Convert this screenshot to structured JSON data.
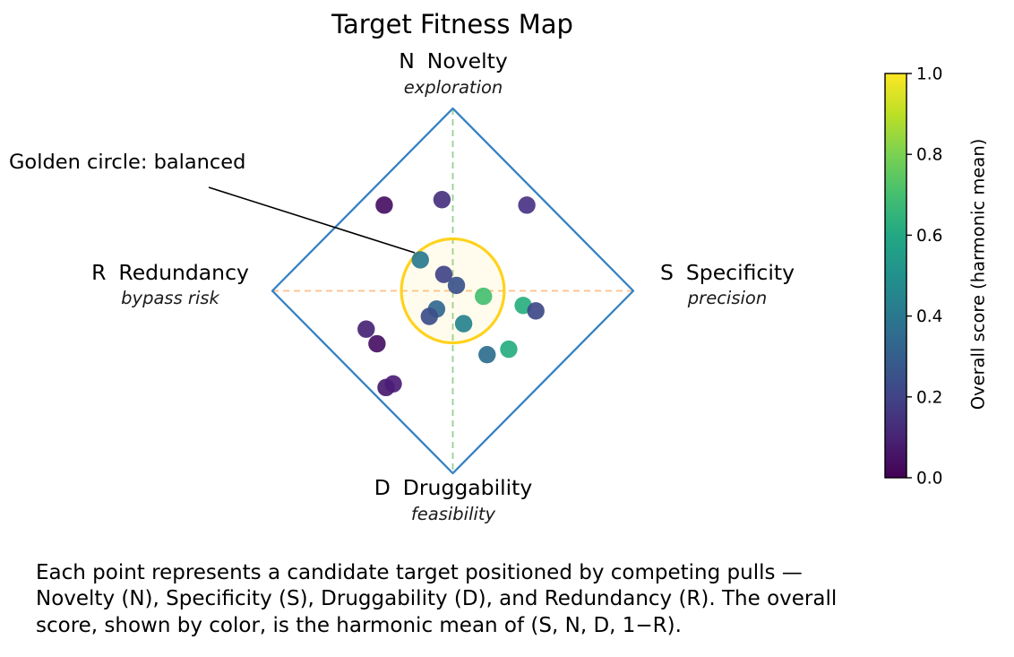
{
  "title": "Target Fitness Map",
  "poles": {
    "top": {
      "letter": "N",
      "name": "Novelty",
      "sublabel": "exploration"
    },
    "right": {
      "letter": "S",
      "name": "Specificity",
      "sublabel": "precision"
    },
    "bottom": {
      "letter": "D",
      "name": "Druggability",
      "sublabel": "feasibility"
    },
    "left": {
      "letter": "R",
      "name": "Redundancy",
      "sublabel": "bypass risk"
    }
  },
  "annotation": {
    "label": "Golden circle: balanced"
  },
  "colorbar": {
    "label": "Overall score (harmonic mean)",
    "tick_labels": [
      "1.0",
      "0.8",
      "0.6",
      "0.4",
      "0.2",
      "0.0"
    ],
    "min": 0.0,
    "max": 1.0
  },
  "caption": {
    "lines": [
      "Each point represents a candidate target positioned by competing pulls —",
      "Novelty (N), Specificity (S), Druggability (D), and Redundancy (R). The overall",
      "score, shown by color, is the harmonic mean of (S, N, D, 1−R)."
    ]
  },
  "colors": {
    "diamond_stroke": "#3581c2",
    "horizontal_dash": "#ffbf87",
    "vertical_dash": "#95cf95",
    "circle_stroke": "#ffd21c",
    "circle_fill": "rgba(255,215,0,0.07)",
    "annotation_line": "#000000",
    "colorbar_border": "#000000",
    "viridis_stops": [
      "#440154",
      "#482475",
      "#414487",
      "#355f8d",
      "#2a788e",
      "#21918c",
      "#22a884",
      "#44bf70",
      "#7ad151",
      "#bddf26",
      "#fde725"
    ]
  },
  "chart_data": {
    "type": "scatter",
    "title": "Target Fitness Map",
    "axes": {
      "top": "N Novelty (exploration)",
      "right": "S Specificity (precision)",
      "bottom": "D Druggability (feasibility)",
      "left": "R Redundancy (bypass risk)"
    },
    "x_range": [
      -1,
      1
    ],
    "y_range": [
      -1,
      1
    ],
    "grid": false,
    "color_scale": {
      "name": "viridis",
      "label": "Overall score (harmonic mean)",
      "range": [
        0,
        1
      ]
    },
    "golden_circle": {
      "cx": 0,
      "cy": 0,
      "radius": 0.285,
      "label": "Golden circle: balanced"
    },
    "points": [
      {
        "x": -0.38,
        "y": 0.47,
        "score": 0.05,
        "color": "#471063"
      },
      {
        "x": -0.06,
        "y": 0.5,
        "score": 0.15,
        "color": "#46327e"
      },
      {
        "x": 0.41,
        "y": 0.47,
        "score": 0.16,
        "color": "#4a3484"
      },
      {
        "x": -0.18,
        "y": 0.17,
        "score": 0.4,
        "color": "#2a788e"
      },
      {
        "x": -0.05,
        "y": 0.09,
        "score": 0.2,
        "color": "#414487"
      },
      {
        "x": 0.02,
        "y": 0.03,
        "score": 0.25,
        "color": "#3b528b"
      },
      {
        "x": 0.17,
        "y": -0.03,
        "score": 0.7,
        "color": "#44bf70"
      },
      {
        "x": 0.39,
        "y": -0.08,
        "score": 0.63,
        "color": "#29af7f"
      },
      {
        "x": 0.46,
        "y": -0.11,
        "score": 0.21,
        "color": "#3e4989"
      },
      {
        "x": -0.09,
        "y": -0.1,
        "score": 0.32,
        "color": "#31688e"
      },
      {
        "x": -0.13,
        "y": -0.14,
        "score": 0.24,
        "color": "#3d4e8a"
      },
      {
        "x": 0.06,
        "y": -0.18,
        "score": 0.45,
        "color": "#26828e"
      },
      {
        "x": -0.48,
        "y": -0.21,
        "score": 0.1,
        "color": "#482475"
      },
      {
        "x": -0.42,
        "y": -0.29,
        "score": 0.06,
        "color": "#471063"
      },
      {
        "x": 0.19,
        "y": -0.35,
        "score": 0.36,
        "color": "#2e6f8e"
      },
      {
        "x": 0.31,
        "y": -0.32,
        "score": 0.61,
        "color": "#27ad81"
      },
      {
        "x": -0.37,
        "y": -0.53,
        "score": 0.08,
        "color": "#481b6d"
      },
      {
        "x": -0.33,
        "y": -0.51,
        "score": 0.12,
        "color": "#4c1d77"
      }
    ]
  }
}
